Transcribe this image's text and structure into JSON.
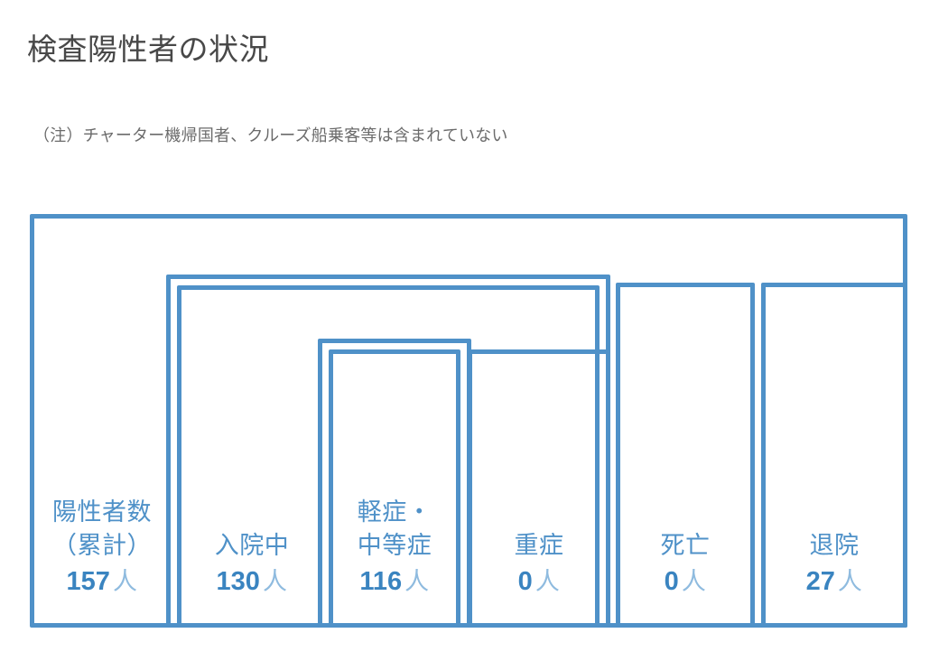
{
  "header": {
    "title": "検査陽性者の状況",
    "note": "（注）チャーター機帰国者、クルーズ船乗客等は含まれていない"
  },
  "theme": {
    "box_border": "#4f91c8",
    "label_color": "#4f91c8",
    "number_color": "#3a84c0",
    "unit_color": "#8fbbdf",
    "title_color": "#484848",
    "note_color": "#6b6b6b",
    "background": "#ffffff"
  },
  "chart_data": {
    "type": "diagram",
    "title": "検査陽性者の状況",
    "subtitle": "（注）チャーター機帰国者、クルーズ船乗客等は含まれていない",
    "unit": "人",
    "categories": [
      "陽性者数（累計）",
      "入院中",
      "軽症・中等症",
      "重症",
      "死亡",
      "退院"
    ],
    "values": [
      157,
      130,
      116,
      0,
      0,
      27
    ],
    "relations": [
      {
        "parent": "陽性者数（累計）",
        "children": [
          "入院中",
          "死亡",
          "退院"
        ]
      },
      {
        "parent": "入院中",
        "children": [
          "軽症・中等症",
          "重症"
        ]
      }
    ]
  },
  "boxes": [
    {
      "id": "positive-total",
      "name": "陽性者数（累計）",
      "label": "陽性者数\n（累計）",
      "value": "157",
      "unit": "人",
      "level": 0
    },
    {
      "id": "hospitalized",
      "name": "入院中",
      "label": "入院中",
      "value": "130",
      "unit": "人",
      "level": 1
    },
    {
      "id": "mild-moderate",
      "name": "軽症・中等症",
      "label": "軽症・\n中等症",
      "value": "116",
      "unit": "人",
      "level": 2
    },
    {
      "id": "severe",
      "name": "重症",
      "label": "重症",
      "value": "0",
      "unit": "人",
      "level": 2
    },
    {
      "id": "deaths",
      "name": "死亡",
      "label": "死亡",
      "value": "0",
      "unit": "人",
      "level": 1
    },
    {
      "id": "discharged",
      "name": "退院",
      "label": "退院",
      "value": "27",
      "unit": "人",
      "level": 1
    }
  ]
}
